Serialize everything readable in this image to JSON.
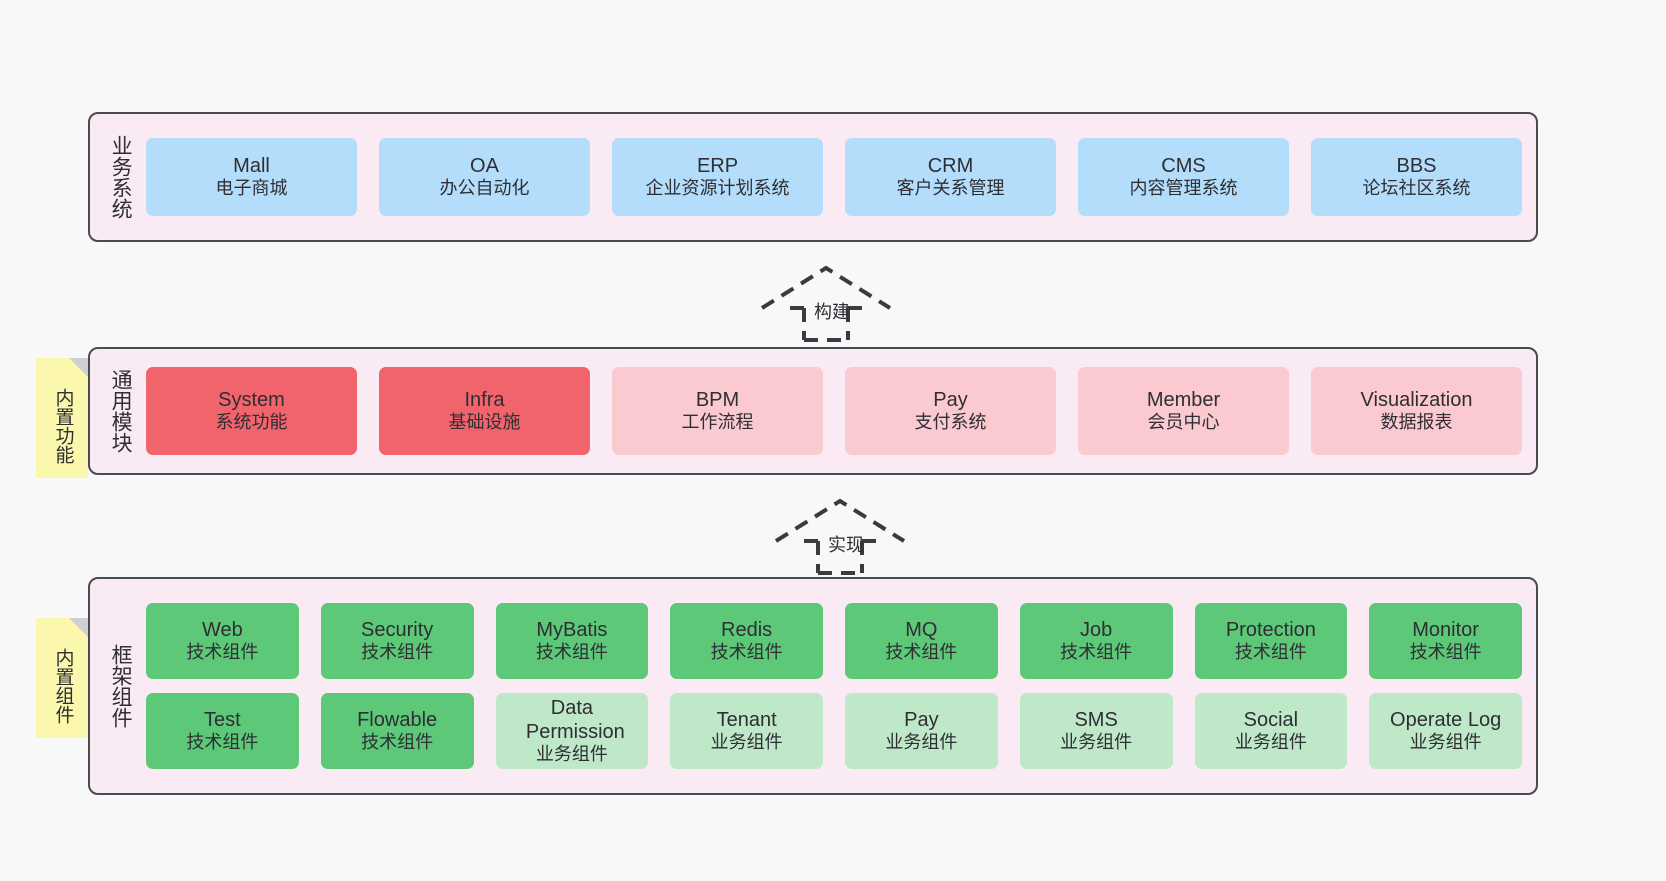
{
  "diagram": {
    "background": "#f8f8f8",
    "layers": [
      {
        "id": "business",
        "title": "业务系统",
        "rows": [
          {
            "style": "blue",
            "nodes": [
              {
                "en": "Mall",
                "cn": "电子商城"
              },
              {
                "en": "OA",
                "cn": "办公自动化"
              },
              {
                "en": "ERP",
                "cn": "企业资源计划系统"
              },
              {
                "en": "CRM",
                "cn": "客户关系管理"
              },
              {
                "en": "CMS",
                "cn": "内容管理系统"
              },
              {
                "en": "BBS",
                "cn": "论坛社区系统"
              }
            ]
          }
        ]
      },
      {
        "id": "common-modules",
        "title": "通用模块",
        "note": "内置功能",
        "rows": [
          {
            "style": "mixed",
            "nodes": [
              {
                "en": "System",
                "cn": "系统功能",
                "style": "red"
              },
              {
                "en": "Infra",
                "cn": "基础设施",
                "style": "red"
              },
              {
                "en": "BPM",
                "cn": "工作流程",
                "style": "pink"
              },
              {
                "en": "Pay",
                "cn": "支付系统",
                "style": "pink"
              },
              {
                "en": "Member",
                "cn": "会员中心",
                "style": "pink"
              },
              {
                "en": "Visualization",
                "cn": "数据报表",
                "style": "pink"
              }
            ]
          }
        ]
      },
      {
        "id": "framework",
        "title": "框架组件",
        "note": "内置组件",
        "rows": [
          {
            "style": "green",
            "nodes": [
              {
                "en": "Web",
                "cn": "技术组件"
              },
              {
                "en": "Security",
                "cn": "技术组件"
              },
              {
                "en": "MyBatis",
                "cn": "技术组件"
              },
              {
                "en": "Redis",
                "cn": "技术组件"
              },
              {
                "en": "MQ",
                "cn": "技术组件"
              },
              {
                "en": "Job",
                "cn": "技术组件"
              },
              {
                "en": "Protection",
                "cn": "技术组件"
              },
              {
                "en": "Monitor",
                "cn": "技术组件"
              }
            ]
          },
          {
            "style": "mixed",
            "nodes": [
              {
                "en": "Test",
                "cn": "技术组件",
                "style": "green"
              },
              {
                "en": "Flowable",
                "cn": "技术组件",
                "style": "green"
              },
              {
                "en": "Data Permission",
                "cn": "业务组件",
                "style": "lightgreen"
              },
              {
                "en": "Tenant",
                "cn": "业务组件",
                "style": "lightgreen"
              },
              {
                "en": "Pay",
                "cn": "业务组件",
                "style": "lightgreen"
              },
              {
                "en": "SMS",
                "cn": "业务组件",
                "style": "lightgreen"
              },
              {
                "en": "Social",
                "cn": "业务组件",
                "style": "lightgreen"
              },
              {
                "en": "Operate Log",
                "cn": "业务组件",
                "style": "lightgreen"
              }
            ]
          }
        ]
      }
    ],
    "connectors": [
      {
        "id": "build",
        "label": "构建"
      },
      {
        "id": "implement",
        "label": "实现"
      }
    ],
    "colors": {
      "panel_fill": "#faeaf4",
      "panel_border": "#4a4a52",
      "blue": "#b3ddfa",
      "red": "#f2646c",
      "pink": "#fbc9d0",
      "green": "#5cc878",
      "light_green": "#bfe8c9",
      "note": "#fbf8ae",
      "note_fold": "#cfcfcf",
      "text": "#2e2e33"
    }
  }
}
